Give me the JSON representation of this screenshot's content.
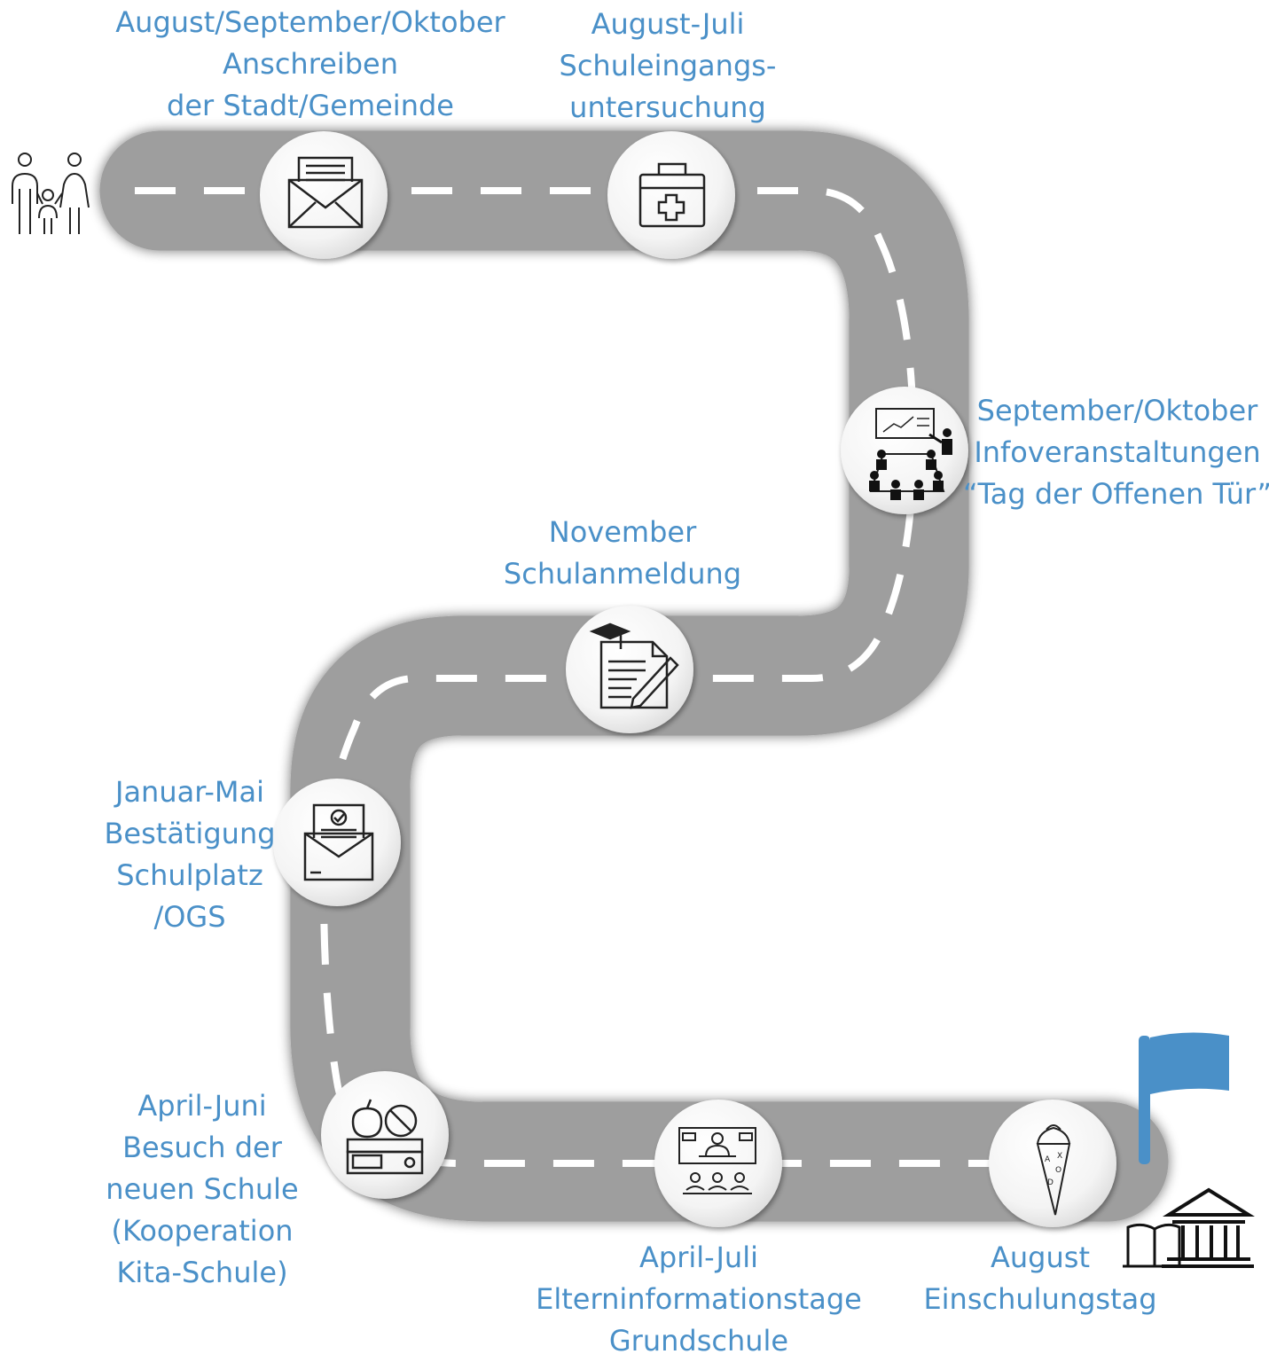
{
  "colors": {
    "road": "#9e9e9e",
    "road_dash": "#ffffff",
    "text": "#4a90c8",
    "flag": "#4a90c8",
    "icon": "#222222"
  },
  "steps": [
    {
      "id": "anschreiben",
      "icon": "envelope-letter-icon",
      "lines": [
        "August/September/Oktober",
        "Anschreiben",
        "der Stadt/Gemeinde"
      ]
    },
    {
      "id": "schuleingang",
      "icon": "medical-kit-icon",
      "lines": [
        "August-Juli",
        "Schuleingangs-",
        "untersuchung"
      ]
    },
    {
      "id": "infoveranstaltungen",
      "icon": "presentation-meeting-icon",
      "lines": [
        "September/Oktober",
        "Infoveranstaltungen",
        "“Tag der Offenen Tür”"
      ]
    },
    {
      "id": "schulanmeldung",
      "icon": "registration-form-icon",
      "lines": [
        "November",
        "Schulanmeldung"
      ]
    },
    {
      "id": "bestaetigung",
      "icon": "confirmation-mail-icon",
      "lines": [
        "Januar-Mai",
        "Bestätigung",
        "Schulplatz",
        "/OGS"
      ]
    },
    {
      "id": "besuch",
      "icon": "school-supplies-icon",
      "lines": [
        "April-Juni",
        "Besuch der",
        "neuen Schule",
        "(Kooperation",
        "Kita-Schule)"
      ]
    },
    {
      "id": "elterninfo",
      "icon": "classroom-icon",
      "lines": [
        "April-Juli",
        "Elterninformationstage",
        "Grundschule"
      ]
    },
    {
      "id": "einschulung",
      "icon": "school-cone-icon",
      "lines": [
        "August",
        "Einschulungstag"
      ]
    }
  ],
  "decorations": {
    "start_icon": "family-icon",
    "finish_flag_icon": "flag-icon",
    "finish_school_icon": "school-building-icon",
    "finish_book_icon": "open-book-icon"
  }
}
